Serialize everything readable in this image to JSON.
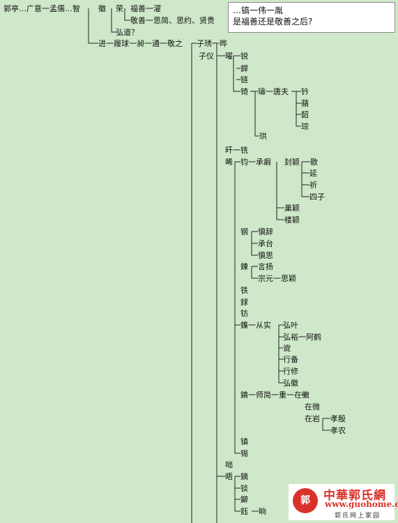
{
  "nodes": [
    "郭亭…广意一孟儒…智",
    "徽",
    "荣",
    "福善一濯",
    "敬善一思简、思约、贤贵",
    "弘道？",
    "进一履球一昶一通一敬之",
    "子琇一晔",
    "子仪",
    "曜",
    "锐",
    "銲",
    "链",
    "锜",
    "璹一唐夫",
    "钤",
    "蘋",
    "韶",
    "琮",
    "珙",
    "旰一铣",
    "晞",
    "钧一承嘏",
    "封颖",
    "敭",
    "延",
    "祈",
    "四子",
    "巢颖",
    "楼颖",
    "钢",
    "愼辞",
    "承台",
    "愼思",
    "錬",
    "言扬",
    "宗元一思颖",
    "铁",
    "銶",
    "钫",
    "鏶一从实",
    "弘叶",
    "弘裕一阿鹤",
    "谠",
    "行备",
    "行修",
    "弘徽",
    "錥一师简一重一在徽",
    "在微",
    "在岩",
    "孝殷",
    "孝农",
    "镇",
    "锡",
    "咄",
    "晤",
    "鏑",
    "锬",
    "鐴",
    "鈺",
    "晌"
  ],
  "note": {
    "line1": "…镐一伟一胤",
    "line2": "是福善还是敬善之后?"
  },
  "logo": {
    "seal": "郭",
    "brand": "中華郭氏網",
    "url": "www.guohome.org",
    "tagline": "郭氏网上家园"
  }
}
